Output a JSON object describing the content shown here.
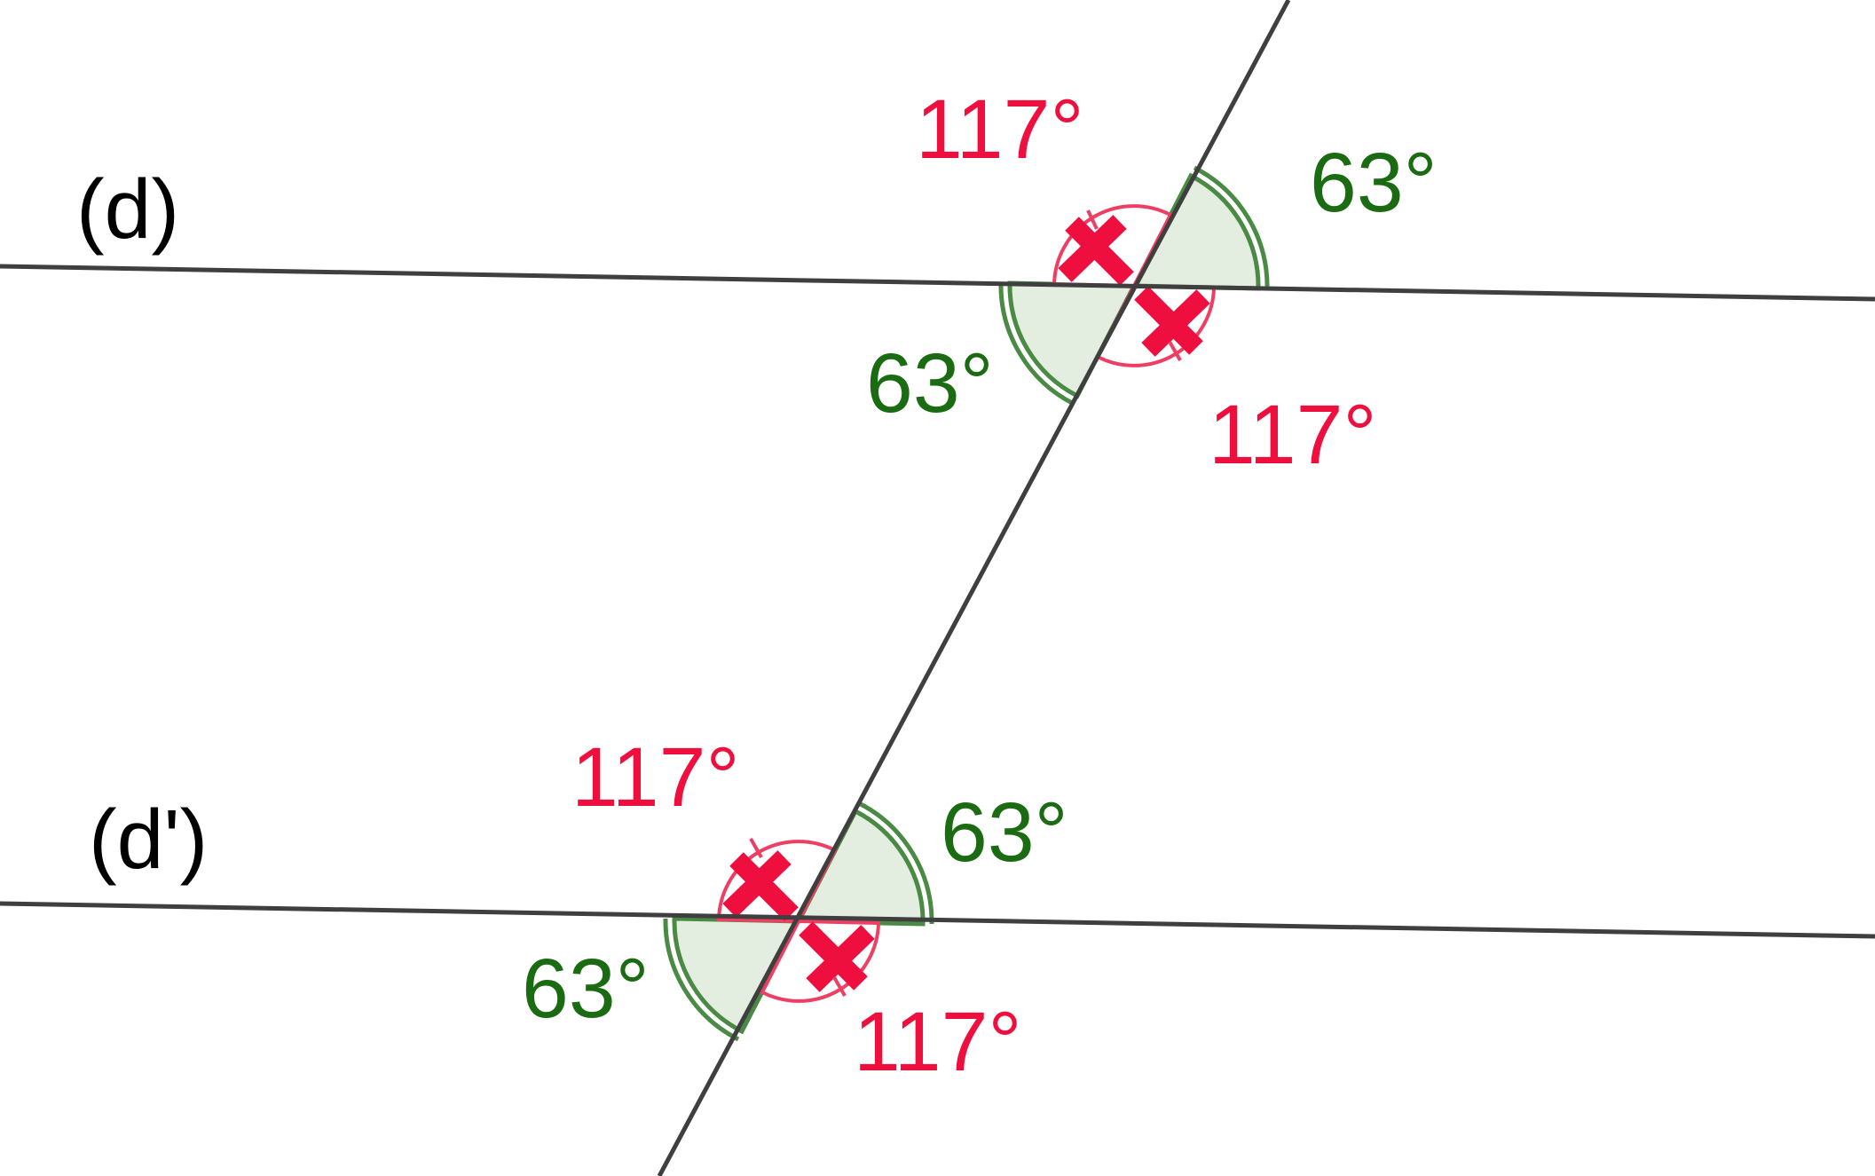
{
  "lines": {
    "d_label": "(d)",
    "d_prime_label": "(d')"
  },
  "angles": {
    "obtuse": "117°",
    "acute": "63°"
  },
  "colors": {
    "line": "#3f3f3f",
    "obtuse": "#ef0f3f",
    "acute": "#1a6b12",
    "acute_fill": "#e3eee1"
  },
  "top_intersection": {
    "top_left": "117°",
    "top_right": "63°",
    "bottom_left": "63°",
    "bottom_right": "117°"
  },
  "bottom_intersection": {
    "top_left": "117°",
    "top_right": "63°",
    "bottom_left": "63°",
    "bottom_right": "117°"
  }
}
